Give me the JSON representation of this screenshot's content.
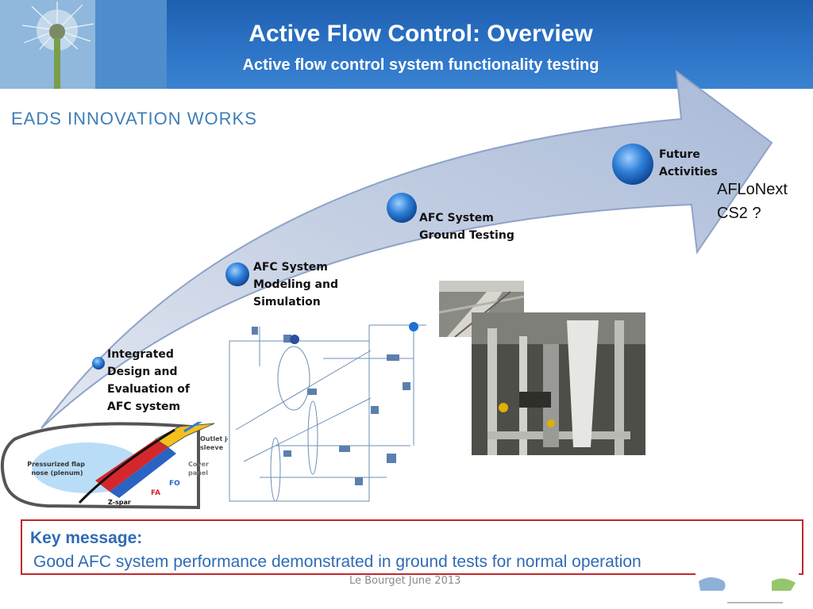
{
  "header": {
    "title": "Active Flow Control: Overview",
    "subtitle": "Active flow control system functionality testing"
  },
  "logo": {
    "text": "EADS INNOVATION WORKS"
  },
  "stages": [
    {
      "label_lines": [
        "Integrated",
        "Design and",
        "Evaluation of",
        "AFC system"
      ]
    },
    {
      "label_lines": [
        "AFC System",
        "Modeling and",
        "Simulation"
      ]
    },
    {
      "label_lines": [
        "AFC System",
        "Ground Testing"
      ]
    },
    {
      "label_lines": [
        "Future",
        "Activities"
      ]
    }
  ],
  "side_note": {
    "line1": "AFLoNext",
    "line2": "CS2 ?"
  },
  "flap_diagram": {
    "labels": {
      "outlet": [
        "Outlet jet",
        "sleeve"
      ],
      "plenum": [
        "Pressurized flap",
        "nose (plenum)"
      ],
      "cover": [
        "Cover",
        "panel"
      ],
      "fo": "FO",
      "fa": "FA",
      "zspar": "Z-spar"
    }
  },
  "key_message": {
    "title": "Key message:",
    "body": "Good AFC system performance demonstrated in ground tests for normal operation"
  },
  "footer": {
    "text": "Le Bourget June 2013"
  },
  "colors": {
    "header_blue": "#2c73c6",
    "arrow_fill": "#b7c6e0",
    "key_border": "#c1272d",
    "key_text": "#2f6bb5"
  }
}
